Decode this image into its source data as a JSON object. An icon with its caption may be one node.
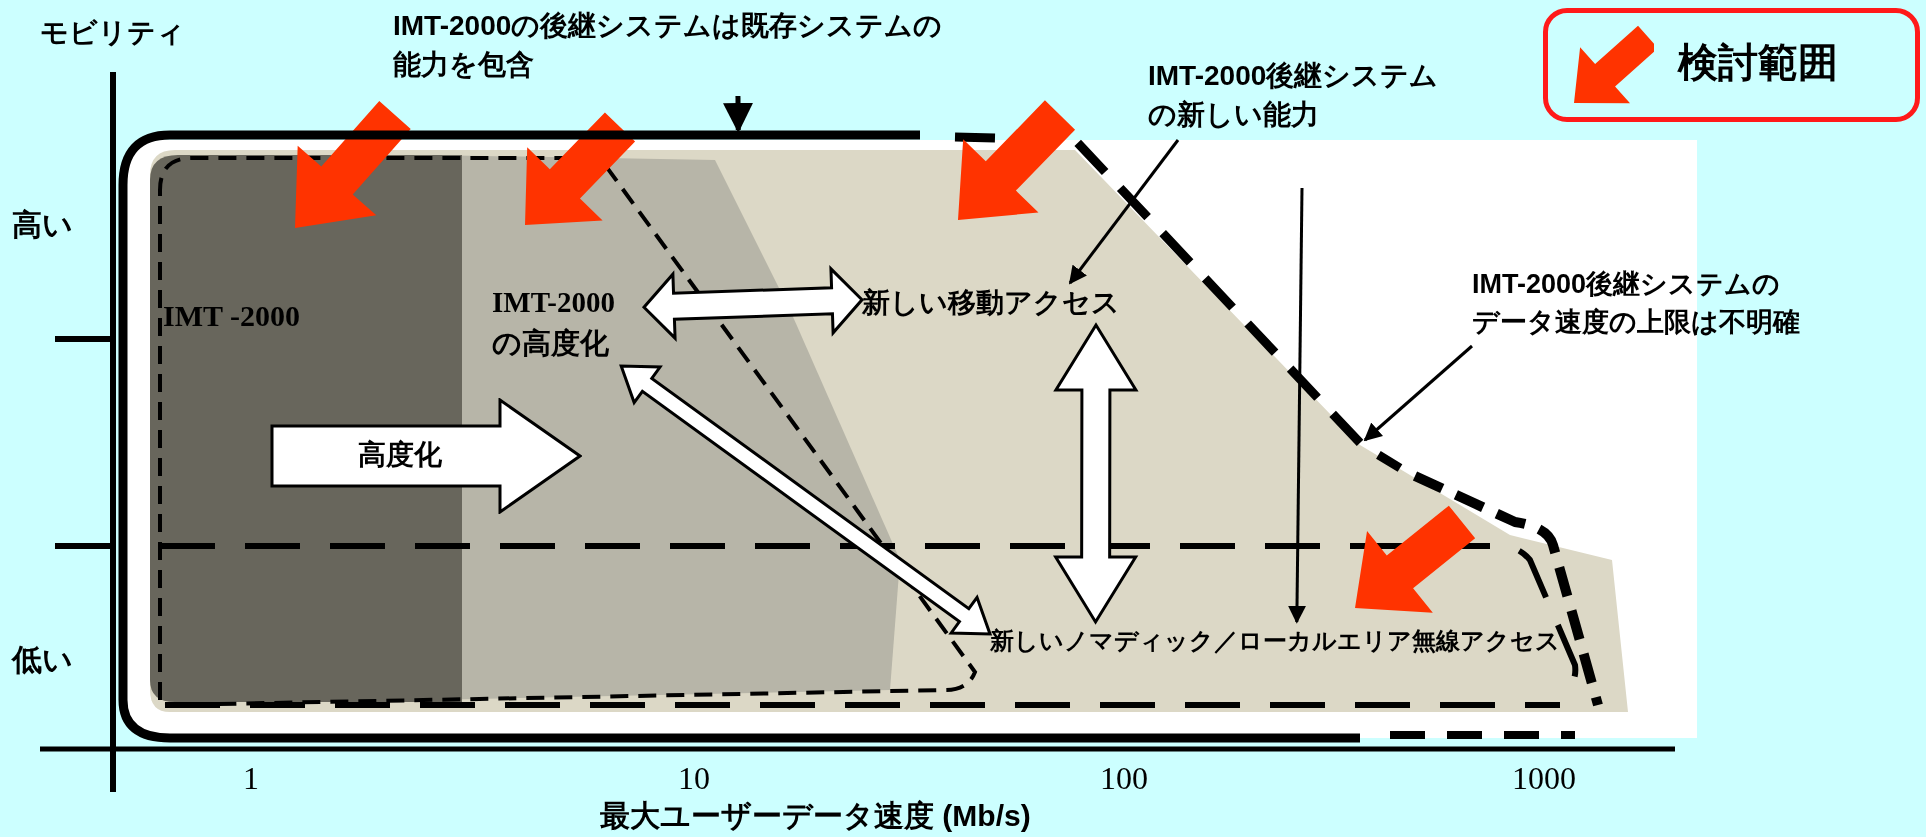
{
  "diagram": {
    "nodes": [
      {
        "text": [
          "IMT-2000の後継システムは既存システムの能力を包含"
        ]
      },
      {
        "text": [
          "IMT-2000後継システムの新しい能力"
        ]
      },
      {
        "text": [
          "IMT -2000"
        ]
      },
      {
        "text": [
          "IMT-2000の高度化"
        ]
      },
      {
        "text": [
          "新しい移動アクセス"
        ]
      },
      {
        "text": [
          "IMT-2000後継システムのデータ速度の上限は不明確"
        ]
      },
      {
        "text": [
          "高度化"
        ]
      },
      {
        "text": [
          "新しいノマディック／ローカルエリア無線アクセス"
        ]
      },
      {
        "text": [],
        "shape": "box"
      }
    ],
    "edges": [
      {
        "from": 3,
        "to": 4,
        "arrow": "both",
        "style": "thick"
      },
      {
        "from": 4,
        "to": 7,
        "arrow": "both",
        "style": "thick"
      },
      {
        "from": 3,
        "to": 7,
        "arrow": "both",
        "style": "thick"
      },
      {
        "from": 0,
        "to": 8,
        "arrow": "to"
      },
      {
        "from": 1,
        "to": 4,
        "arrow": "to"
      },
      {
        "from": 5,
        "to": null,
        "arrow": "to"
      },
      {
        "from": null,
        "to": 7,
        "arrow": "to"
      }
    ],
    "labels": [
      "モビリティ",
      "高い",
      "低い",
      "1",
      "10",
      "100",
      "1000",
      "最大ユーザーデータ速度 (Mb/s)"
    ],
    "legend": [
      {
        "text": "検討範囲"
      }
    ]
  }
}
